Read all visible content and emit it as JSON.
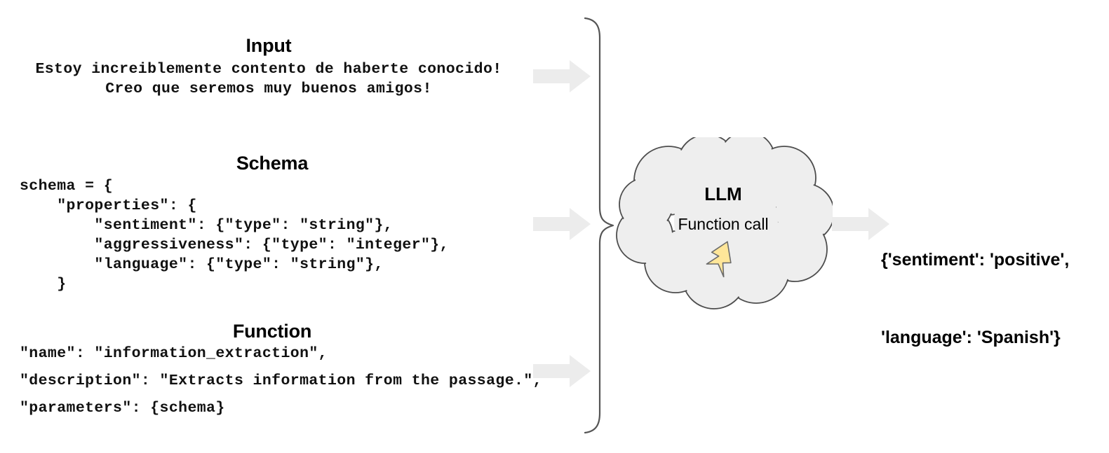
{
  "colors": {
    "background": "#ffffff",
    "arrow_fill": "#ececec",
    "cloud_fill": "#eeeeee",
    "cloud_stroke": "#4d4d4d",
    "brace_stroke": "#555555",
    "bolt_fill": "#ffe699",
    "bolt_stroke": "#6b6b6b",
    "text": "#000000"
  },
  "sections": {
    "input": {
      "heading": "Input",
      "lines": [
        "Estoy increiblemente contento de haberte conocido!",
        "Creo que seremos muy buenos amigos!"
      ]
    },
    "schema": {
      "heading": "Schema",
      "lines": [
        "schema = {",
        "    \"properties\": {",
        "        \"sentiment\": {\"type\": \"string\"},",
        "        \"aggressiveness\": {\"type\": \"integer\"},",
        "        \"language\": {\"type\": \"string\"},",
        "    }"
      ]
    },
    "function": {
      "heading": "Function",
      "lines": [
        "\"name\": \"information_extraction\",",
        "\"description\": \"Extracts information from the passage.\",",
        "\"parameters\": {schema}"
      ]
    }
  },
  "arrows": {
    "input_arrow": "arrow-right",
    "schema_arrow": "arrow-right",
    "function_arrow": "arrow-right",
    "output_arrow": "arrow-right"
  },
  "brace": {
    "icon": "curly-brace-right"
  },
  "model": {
    "shape": "cloud",
    "title": "LLM",
    "subtitle": "Function call",
    "icon": "lightning-bolt-icon"
  },
  "output": {
    "lines": [
      "{'sentiment': 'positive',",
      "'language': 'Spanish'}"
    ]
  }
}
